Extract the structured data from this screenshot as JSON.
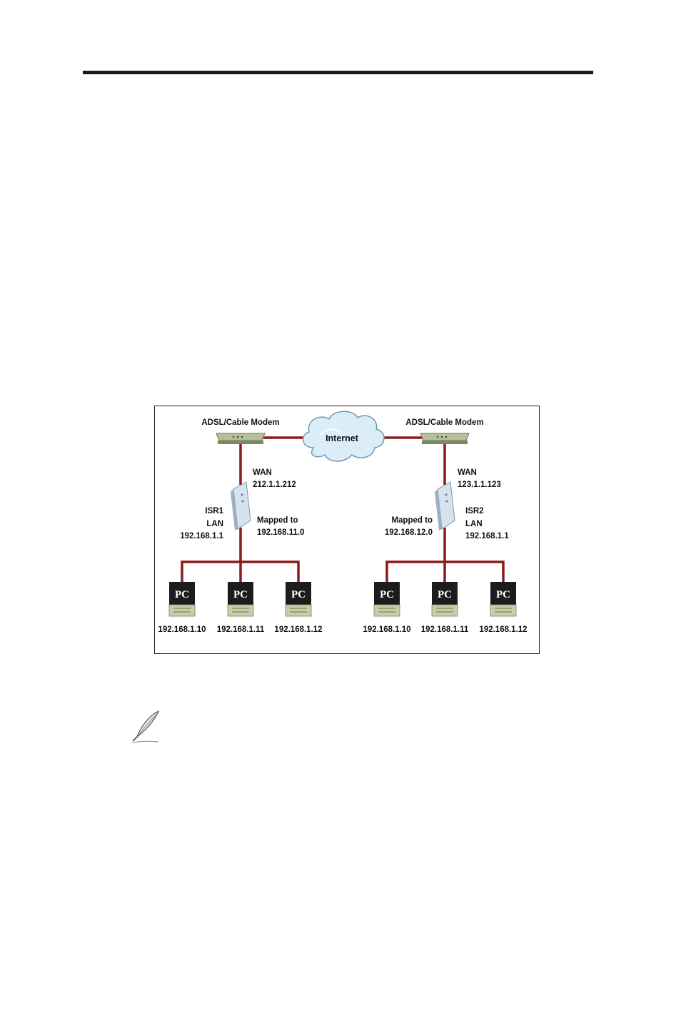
{
  "diagram": {
    "cloud_label": "Internet",
    "left": {
      "modem_label": "ADSL/Cable Modem",
      "wan_label": "WAN",
      "wan_ip": "212.1.1.212",
      "router_name": "ISR1",
      "lan_label": "LAN",
      "lan_ip": "192.168.1.1",
      "mapped_label": "Mapped to",
      "mapped_net": "192.168.11.0",
      "pcs": [
        {
          "label": "PC",
          "ip": "192.168.1.10"
        },
        {
          "label": "PC",
          "ip": "192.168.1.11"
        },
        {
          "label": "PC",
          "ip": "192.168.1.12"
        }
      ]
    },
    "right": {
      "modem_label": "ADSL/Cable Modem",
      "wan_label": "WAN",
      "wan_ip": "123.1.1.123",
      "router_name": "ISR2",
      "lan_label": "LAN",
      "lan_ip": "192.168.1.1",
      "mapped_label": "Mapped to",
      "mapped_net": "192.168.12.0",
      "pcs": [
        {
          "label": "PC",
          "ip": "192.168.1.10"
        },
        {
          "label": "PC",
          "ip": "192.168.1.11"
        },
        {
          "label": "PC",
          "ip": "192.168.1.12"
        }
      ]
    },
    "colors": {
      "link": "#8b1a1a",
      "cloud_fill": "#dbeef8",
      "cloud_stroke": "#6a9ab8",
      "modem": "#b7bf9a",
      "router": "#d6e2ee",
      "pc_dark": "#1c1c1c",
      "pc_base": "#c9cda8"
    }
  },
  "icons": [
    "note-pen-icon"
  ]
}
